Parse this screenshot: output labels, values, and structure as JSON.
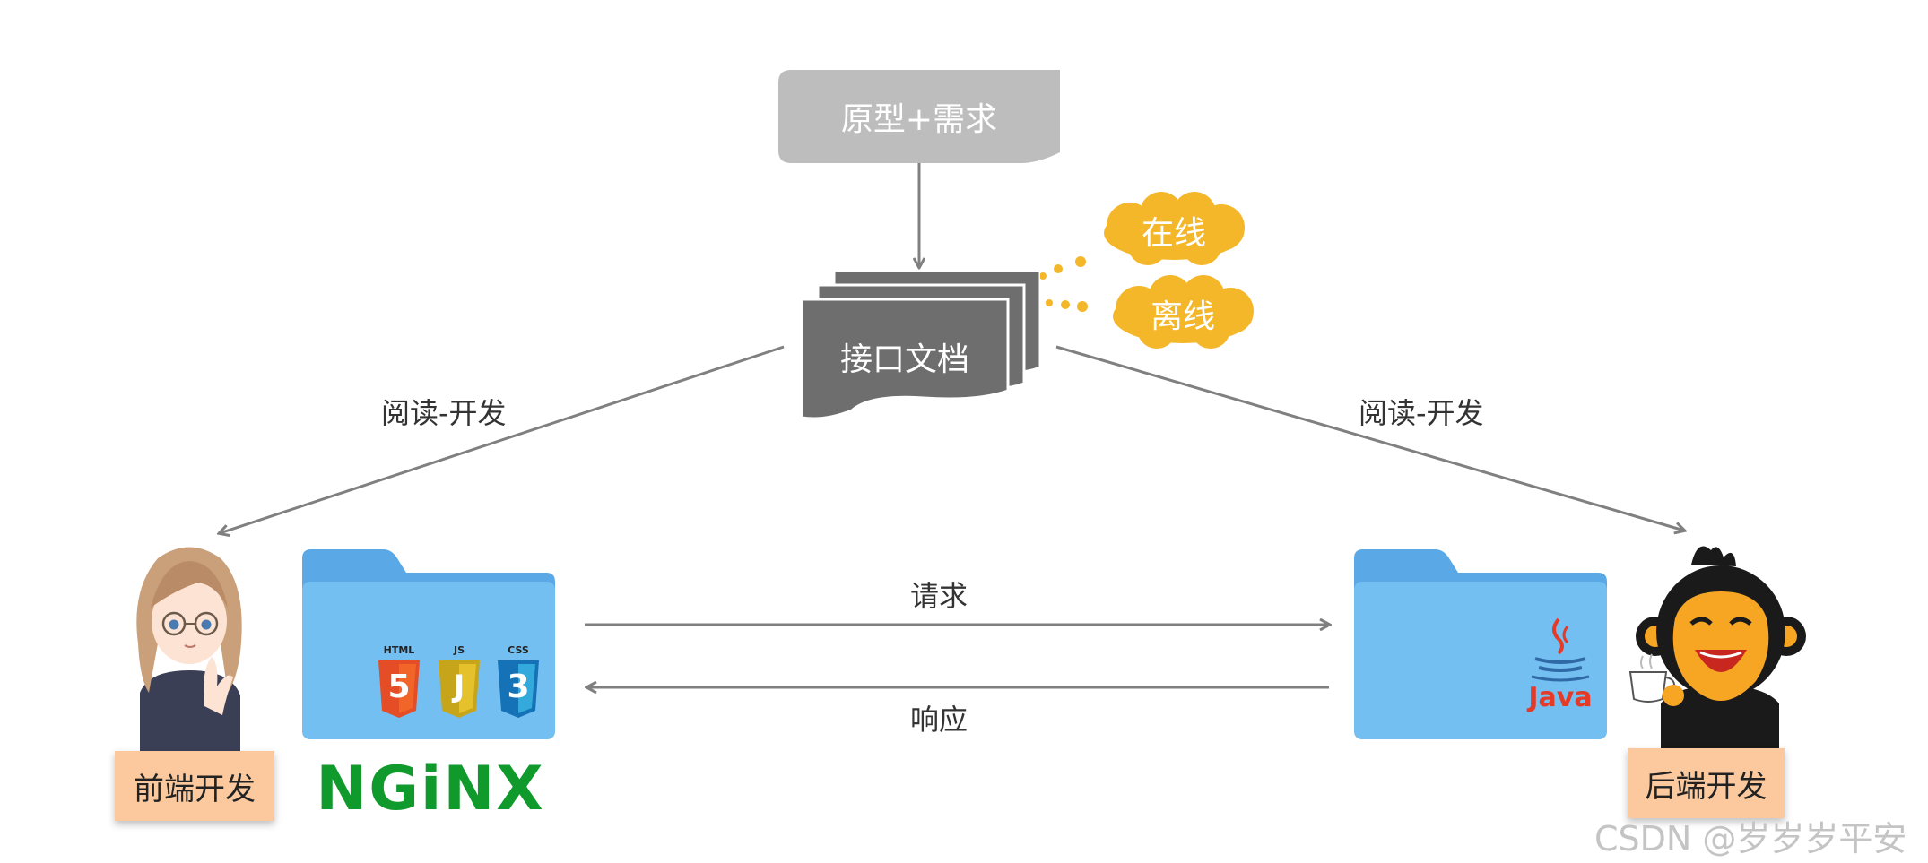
{
  "nodes": {
    "prototype": "原型+需求",
    "api_doc": "接口文档",
    "online": "在线",
    "offline": "离线",
    "frontend": "前端开发",
    "backend": "后端开发"
  },
  "edges": {
    "read_dev_left": "阅读-开发",
    "read_dev_right": "阅读-开发",
    "request": "请求",
    "response": "响应"
  },
  "logos": {
    "html": "HTML",
    "js": "JS",
    "css": "CSS",
    "html_badge": "5",
    "js_badge": "J",
    "css_badge": "3",
    "nginx": "NGiNX",
    "java": "Java"
  },
  "watermark": "CSDN @岁岁岁平安",
  "colors": {
    "prototype_box": "#bdbdbd",
    "doc_box": "#6e6e6e",
    "cloud": "#f5b72a",
    "folder": "#74bff2",
    "label_bg": "#fbc99d",
    "arrow": "#808080",
    "nginx": "#109a2c",
    "java": "#e33b28"
  }
}
